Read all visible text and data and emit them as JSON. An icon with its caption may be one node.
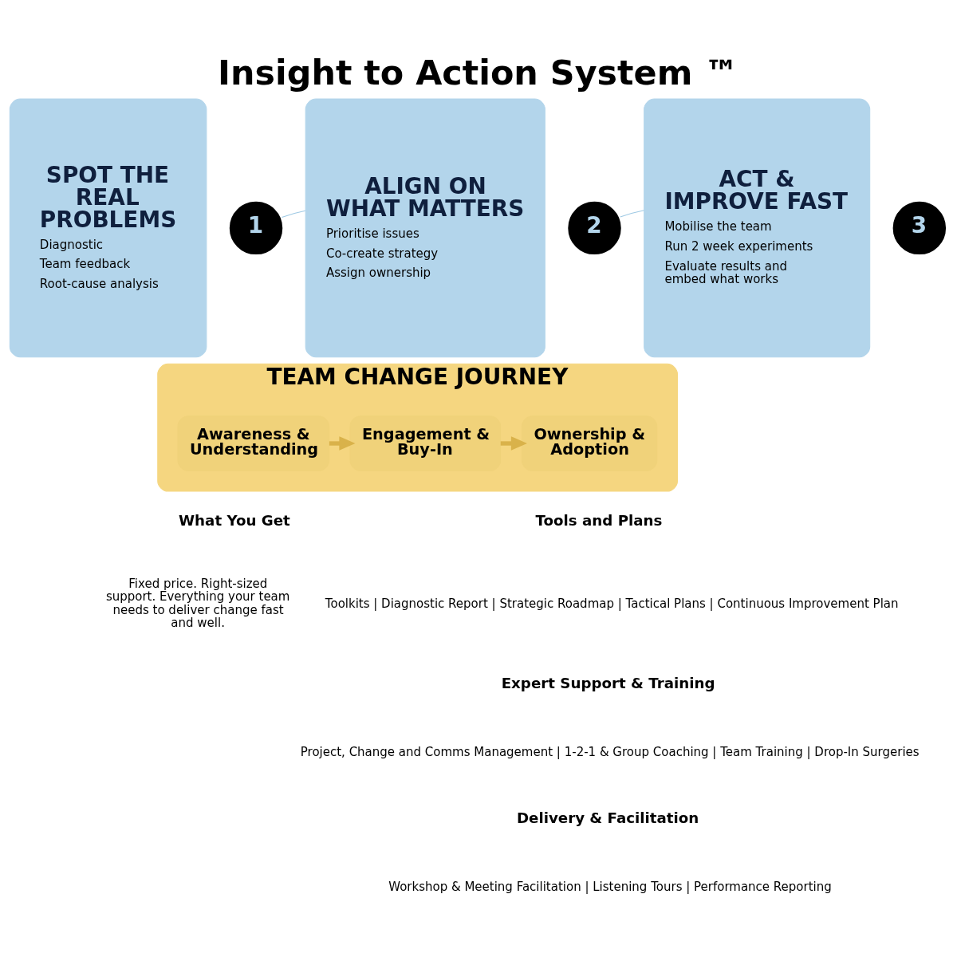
{
  "diagram": {
    "title": "Insight to Action System ™",
    "nodes": [
      {
        "text": [
          "SPOT THE REAL PROBLEMS",
          "Diagnostic",
          "Team feedback",
          "Root-cause analysis"
        ]
      },
      {
        "text": [
          "1"
        ]
      },
      {
        "text": [
          "ALIGN ON WHAT MATTERS",
          "Prioritise issues",
          "Co-create strategy",
          "Assign ownership"
        ]
      },
      {
        "text": [
          "2"
        ]
      },
      {
        "text": [
          "ACT & IMPROVE FAST",
          "Mobilise the team",
          "Run 2 week experiments",
          "Evaluate results and embed what works"
        ]
      },
      {
        "text": [
          "3"
        ]
      },
      {
        "text": [
          "TEAM CHANGE JOURNEY"
        ]
      },
      {
        "text": [
          "Awareness & Understanding"
        ],
        "in": 6
      },
      {
        "text": [
          "Engagement & Buy-In"
        ],
        "in": 6
      },
      {
        "text": [
          "Ownership & Adoption"
        ],
        "in": 6
      }
    ],
    "edges": [
      {
        "from": 1,
        "to": 2,
        "arrow": "none"
      },
      {
        "from": 3,
        "to": 4,
        "arrow": "none"
      },
      {
        "from": 7,
        "to": 8,
        "arrow": "to",
        "style": "thick",
        "color": "#d9b24a"
      },
      {
        "from": 8,
        "to": 9,
        "arrow": "to",
        "style": "thick",
        "color": "#d9b24a"
      }
    ],
    "labels": [
      "What You Get",
      "Fixed price. Right-sized support. Everything your team needs to deliver change fast and well.",
      "Tools and Plans",
      "Toolkits | Diagnostic Report | Strategic Roadmap | Tactical Plans | Continuous Improvement Plan",
      "Expert Support & Training",
      "Project, Change and Comms Management | 1-2-1 & Group Coaching | Team Training | Drop-In Surgeries",
      "Delivery & Facilitation",
      "Workshop & Meeting Facilitation | Listening Tours | Performance Reporting"
    ]
  }
}
